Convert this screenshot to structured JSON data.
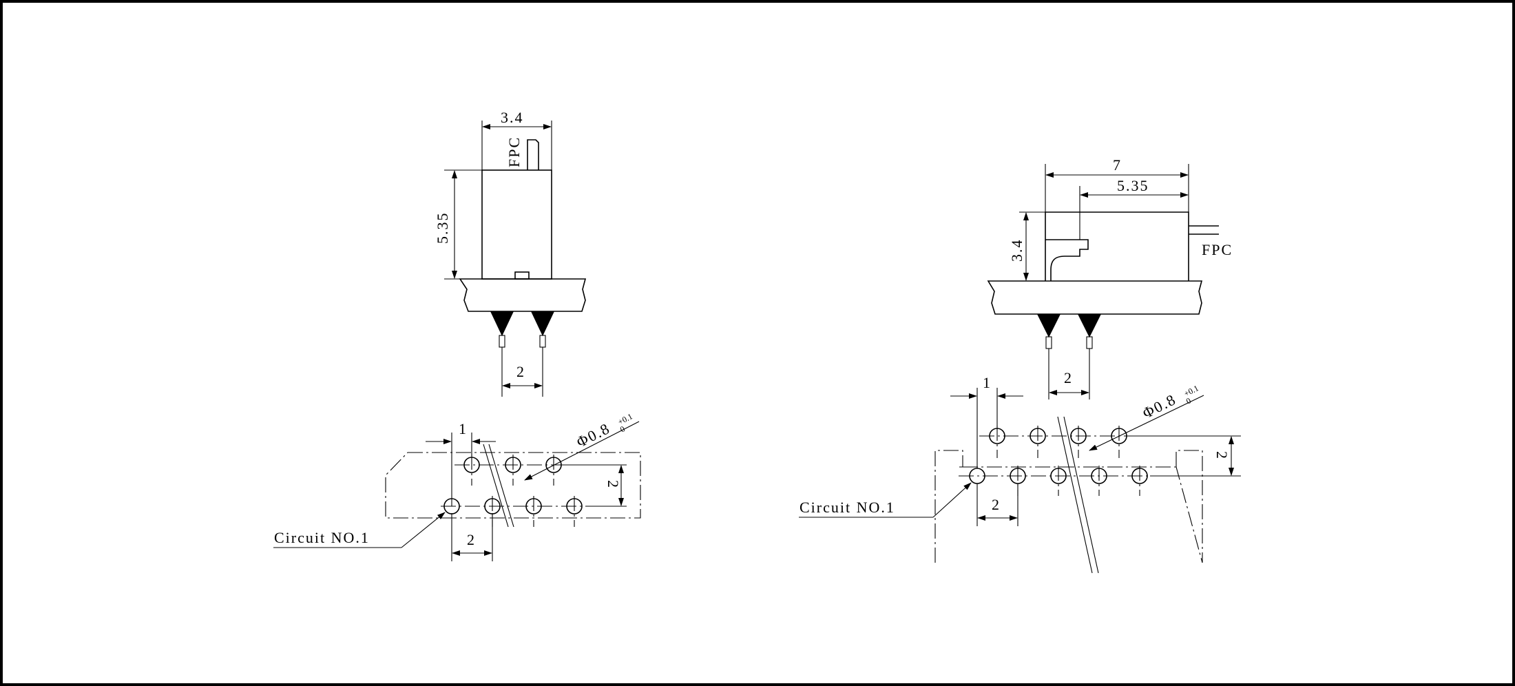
{
  "labels": {
    "fpc": "FPC",
    "circuit_no1": "Circuit NO.1",
    "phi_hole": "Φ0.8",
    "tol_plus": "+0.1",
    "tol_zero": "0"
  },
  "left_view": {
    "width_dim": "3.4",
    "height_dim": "5.35",
    "pitch_dim": "2"
  },
  "left_footprint": {
    "offset_dim": "1",
    "row_dim": "2",
    "pitch_dim": "2"
  },
  "right_view": {
    "length_dim": "7",
    "body_dim": "5.35",
    "height_dim": "3.4",
    "pitch_dim": "2"
  },
  "right_footprint": {
    "offset_dim": "1",
    "row_dim": "2",
    "pitch_dim": "2"
  }
}
